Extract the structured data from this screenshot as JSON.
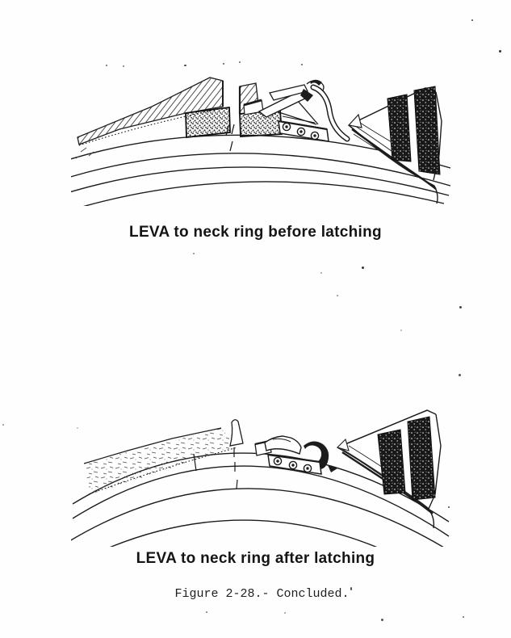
{
  "page": {
    "paper_color": "#fefefe",
    "ink_color": "#1c1c1c"
  },
  "figures": [
    {
      "name": "leva-before-latching",
      "caption": "LEVA to neck ring before latching"
    },
    {
      "name": "leva-after-latching",
      "caption": "LEVA to neck ring after latching"
    }
  ],
  "figure_caption": "Figure 2-28.- Concluded."
}
